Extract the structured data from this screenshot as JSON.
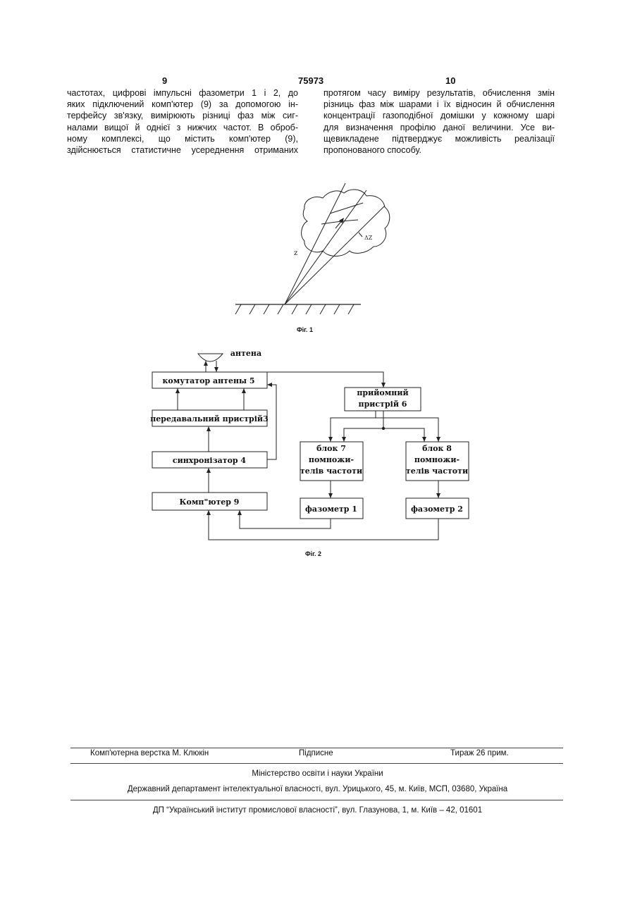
{
  "header": {
    "left_page": "9",
    "patent_number": "75973",
    "right_page": "10"
  },
  "left_column": [
    "частотах, цифрові імпульсні фазометри 1 і 2, до",
    "яких підключений комп'ютер (9) за допомогою ін-",
    "терфейсу зв'язку, вимірюють різниці фаз між сиг-",
    "налами вищої й однієї з нижчих частот. В оброб-",
    "ному комплексі, що містить комп'ютер (9),",
    "здійснюється статистичне усереднення отриманих"
  ],
  "right_column": [
    "протягом часу виміру результатів, обчислення змін",
    "різниць фаз між шарами і їх відносин й обчислення",
    "концентрації газоподібної домішки у кожному шарі",
    "для визначення профілю даної величини. Усе ви-",
    "щевикладене підтверджує можливість реалізації",
    "пропонованого способу."
  ],
  "figure1": {
    "caption": "Фіг. 1",
    "label_z": "z",
    "label_dz": "ΔZ"
  },
  "figure2": {
    "caption": "Фіг. 2",
    "antenna": "антена",
    "switch": "комутатор антены 5",
    "transmitter": "передавальний пристрій3",
    "synchronizer": "синхронізатор 4",
    "computer": "Комп\"ютер 9",
    "receiver_line1": "прийомний",
    "receiver_line2": "пристрій 6",
    "block7_line1": "блок 7",
    "block7_line2": "помножи-",
    "block7_line3": "телів частоти",
    "block8_line1": "блок 8",
    "block8_line2": "помножи-",
    "block8_line3": "телів частоти",
    "phasemeter1": "фазометр 1",
    "phasemeter2": "фазометр 2"
  },
  "footer": {
    "layout": "Комп'ютерна верстка М. Клюкін",
    "signed": "Підписне",
    "circulation": "Тираж 26 прим.",
    "ministry": "Міністерство освіти і науки України",
    "department": "Державний департамент інтелектуальної власності, вул. Урицького, 45, м. Київ, МСП, 03680, Україна",
    "institute": "ДП “Український інститут промислової власності”, вул. Глазунова, 1, м. Київ – 42, 01601"
  }
}
